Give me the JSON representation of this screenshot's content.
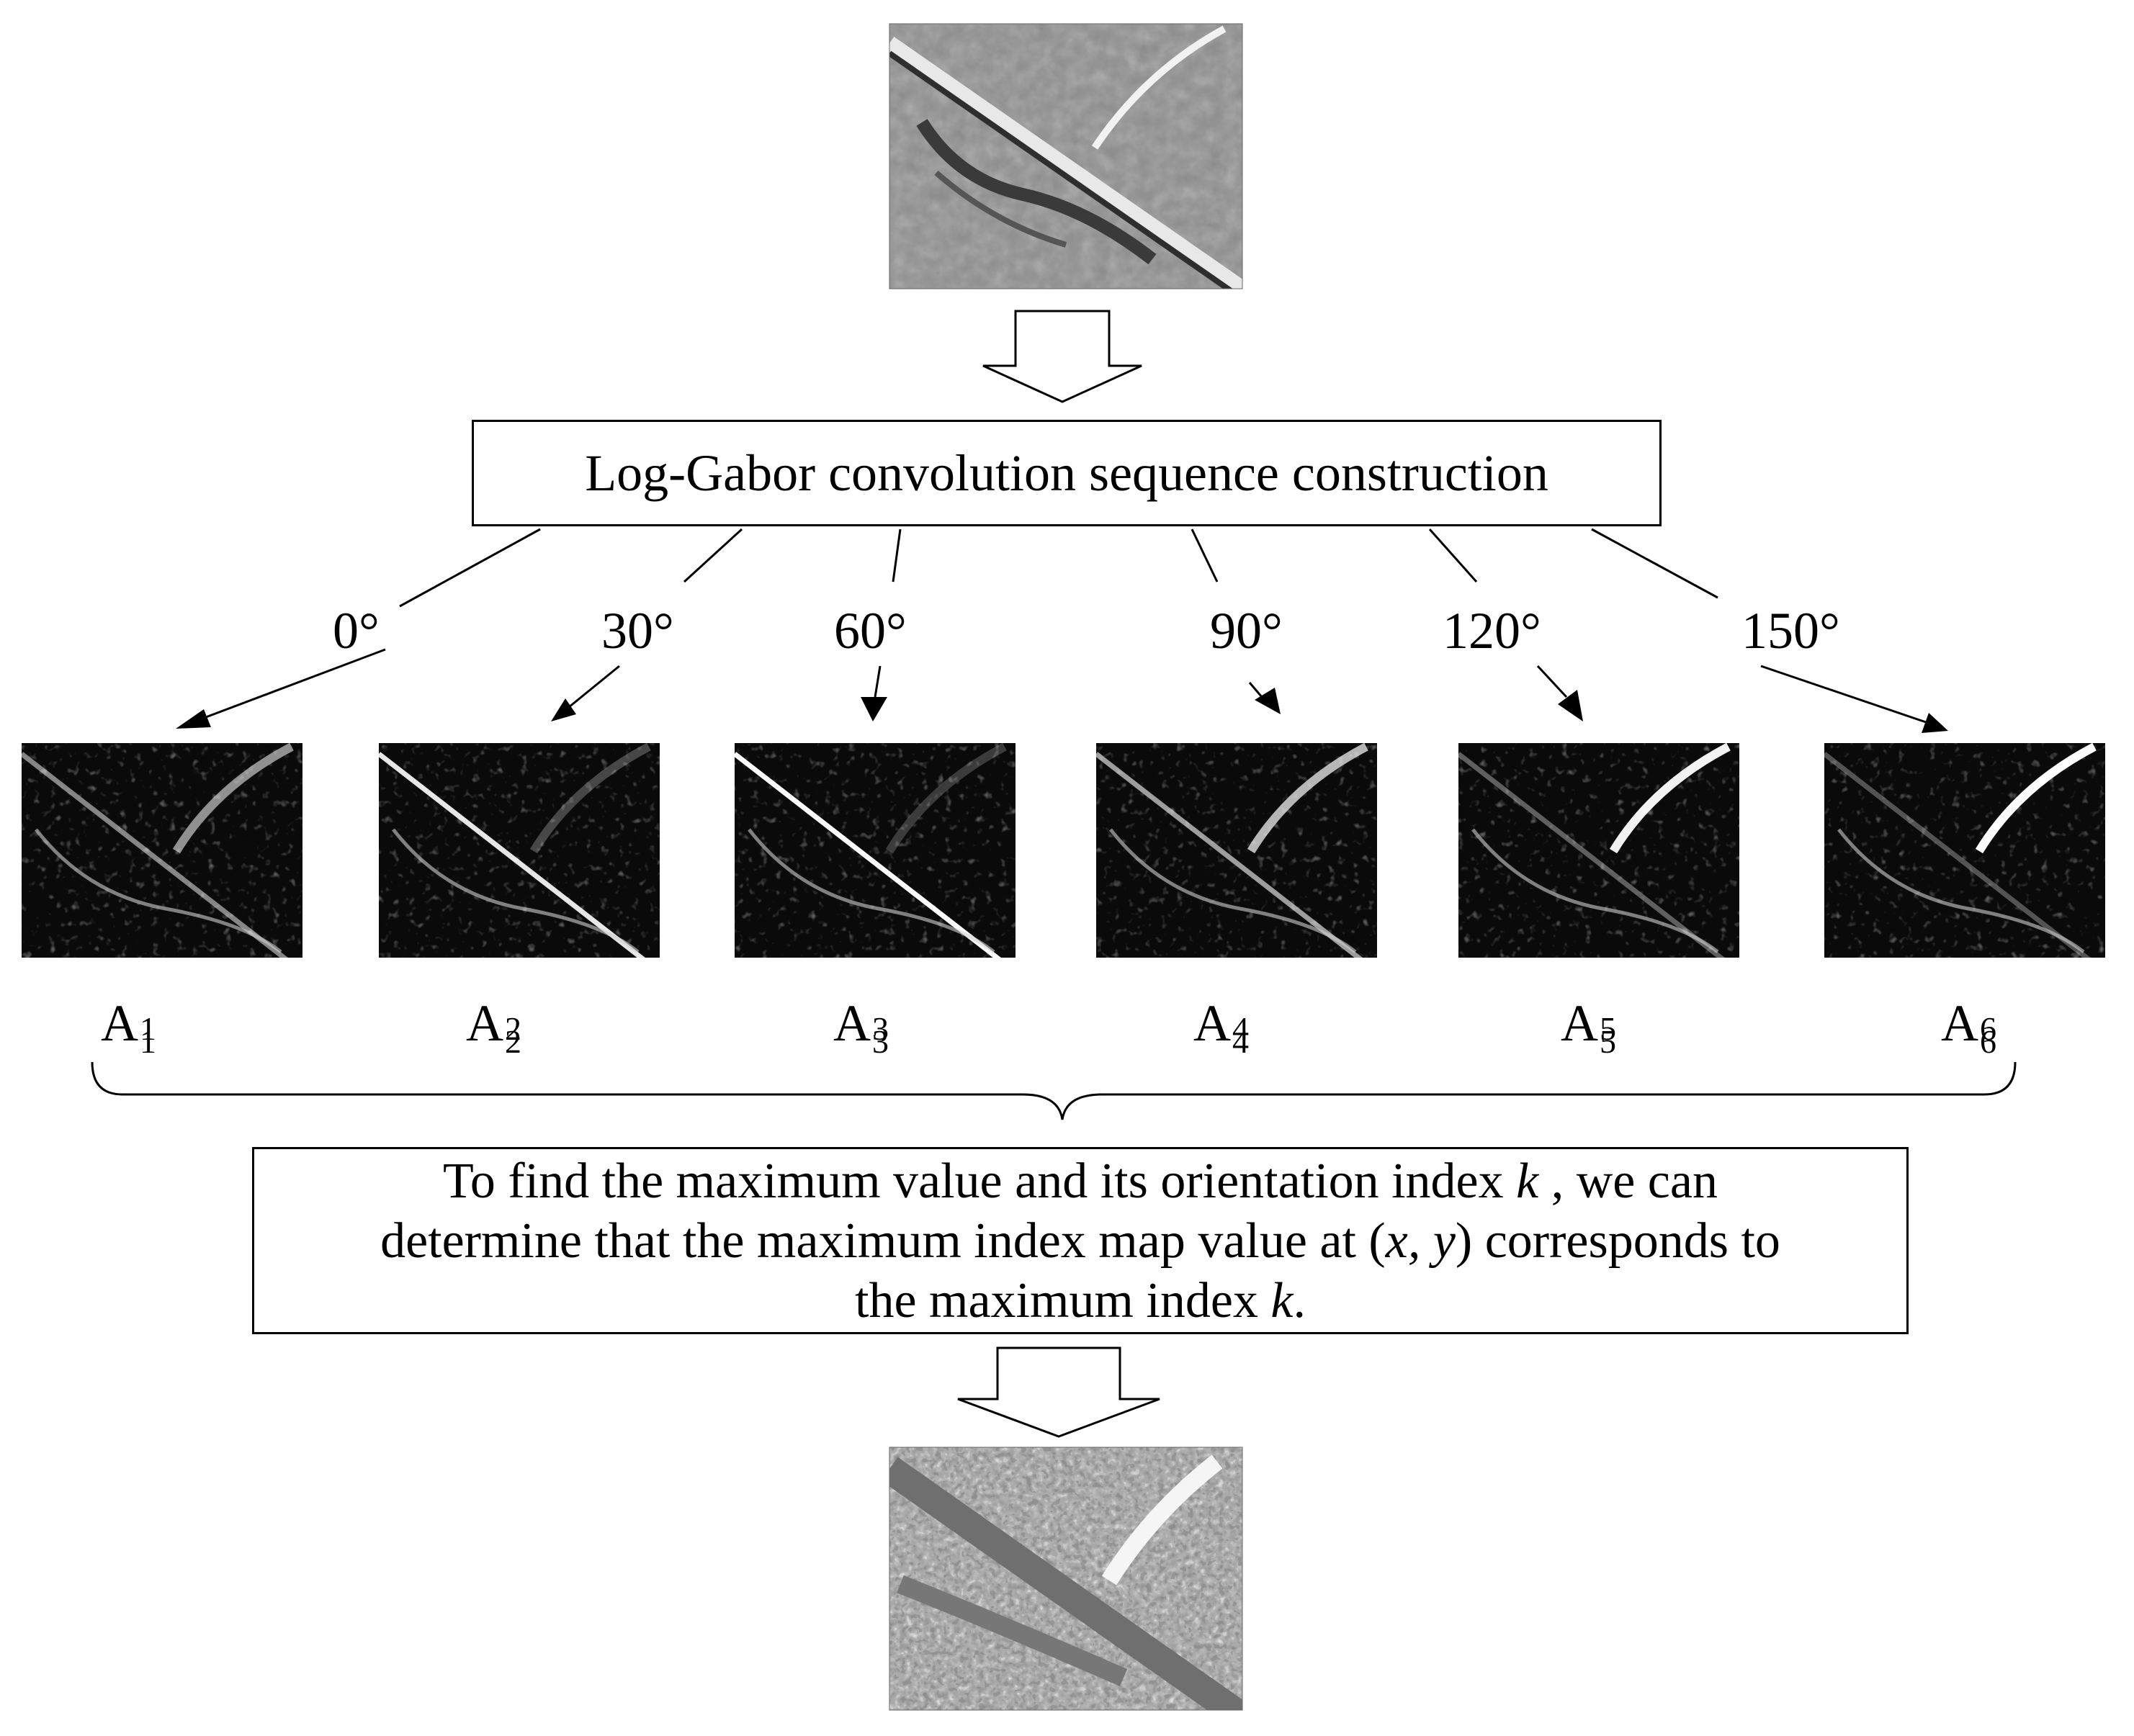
{
  "process_title": "Log-Gabor convolution sequence construction",
  "orientations": [
    {
      "angle": "0°",
      "base": "A",
      "sup": "1",
      "sub": "1"
    },
    {
      "angle": "30°",
      "base": "A",
      "sup": "2",
      "sub": "2"
    },
    {
      "angle": "60°",
      "base": "A",
      "sup": "3",
      "sub": "3"
    },
    {
      "angle": "90°",
      "base": "A",
      "sup": "4",
      "sub": "4"
    },
    {
      "angle": "120°",
      "base": "A",
      "sup": "5",
      "sub": "5"
    },
    {
      "angle": "150°",
      "base": "A",
      "sup": "6",
      "sub": "6"
    }
  ],
  "description": {
    "line1_a": "To find the maximum value and its orientation index ",
    "line1_var": "k",
    "line1_b": " , we can",
    "line2_a": "determine that the maximum index map value at (",
    "line2_var": "x, y",
    "line2_b": ") corresponds to",
    "line3_a": "the maximum index ",
    "line3_var": "k",
    "line3_b": "."
  },
  "colors": {
    "line": "#000000",
    "background": "#ffffff",
    "image_dark": "#0a0a0a",
    "image_gray": "#9a9a9a"
  }
}
